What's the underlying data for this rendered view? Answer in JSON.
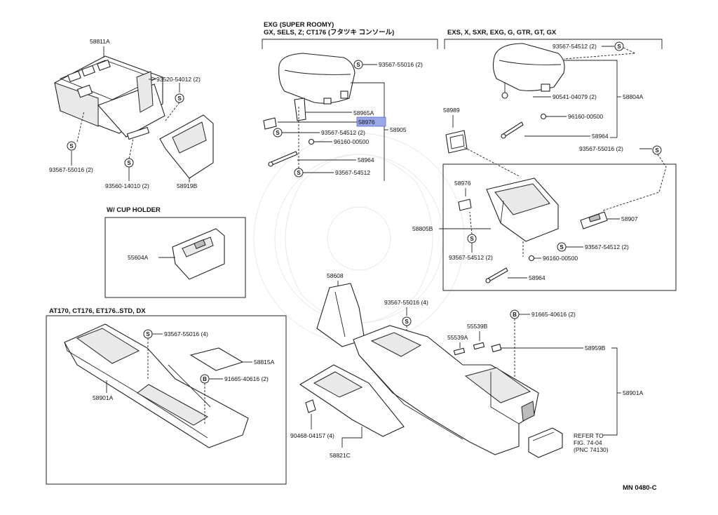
{
  "sections": {
    "upper_center_title_1": "EXG (SUPER ROOMY)",
    "upper_center_title_2": "GX, SELS, Z; CT176 (フタツキ コンソール)",
    "upper_right_title": "EXS, X, SXR, EXG, G, GTR, GT, GX",
    "cup_holder_title": "W/ CUP HOLDER",
    "lower_left_title": "AT170, CT176, ET176..STD, DX"
  },
  "labels": {
    "p58811A": "58811A",
    "p93520_54012": "93520-54012 (2)",
    "p93567_55016_2_left": "93567-55016 (2)",
    "p93560_14010": "93560-14010 (2)",
    "p58919B": "58919B",
    "p55604A": "55604A",
    "p93567_55016_2_c": "93567-55016 (2)",
    "p58965A": "58965A",
    "p58976_c": "58976",
    "p58905": "58905",
    "p93567_54512_2_c": "93567-54512 (2)",
    "p96160_00500_c": "96160-00500",
    "p58964_c": "58964",
    "p93567_54512_c": "93567-54512",
    "p93567_54512_2_r": "93567-54512 (2)",
    "p90541_04079": "90541-04079 (2)",
    "p58804A": "58804A",
    "p96160_00500_r": "96160-00500",
    "p58964_r": "58964",
    "p58989": "58989",
    "p93567_55016_2_r": "93567-55016 (2)",
    "p58976_r": "58976",
    "p58907": "58907",
    "p58805B": "58805B",
    "p93567_54512_2_r2": "93567-54512 (2)",
    "p93567_54512_2_r3": "93567-54512 (2)",
    "p96160_00500_r2": "96160-00500",
    "p58964_r2": "58964",
    "p93567_55016_4_l": "93567-55016 (4)",
    "p58815A": "58815A",
    "p91665_40616_2_l": "91665-40616 (2)",
    "p58901A_l": "58901A",
    "p58608": "58608",
    "p93567_55016_4_c": "93567-55016 (4)",
    "p91665_40616_2_r": "91665-40616 (2)",
    "p55539B": "55539B",
    "p55539A": "55539A",
    "p58959B": "58959B",
    "p58901A_r": "58901A",
    "p90468_04157": "90468-04157 (4)",
    "p58821C": "58821C",
    "refer_1": "REFER TO",
    "refer_2": "FIG. 74-04",
    "refer_3": "(PNC 74130)",
    "fig_code": "MN 0480-C"
  },
  "marks": {
    "screw": "S",
    "bolt": "B"
  },
  "colors": {
    "highlight": "#9aa7e8",
    "line": "#222222"
  }
}
